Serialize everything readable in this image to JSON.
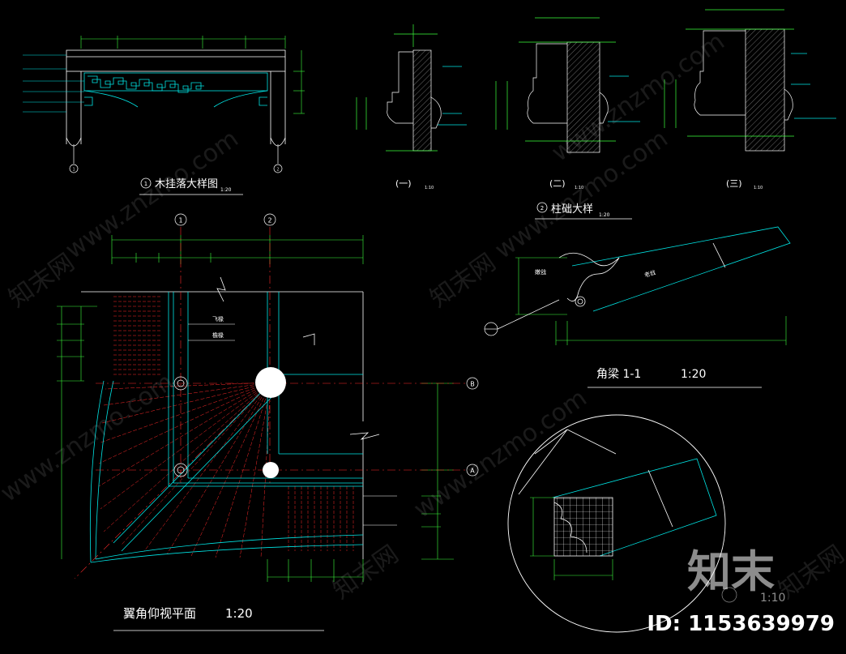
{
  "titles": {
    "detail1_num": "1",
    "detail1": "木挂落大样图",
    "detail1_scale": "1:20",
    "detail2_num": "2",
    "detail2": "柱础大样",
    "detail2_scale": "1:20",
    "sec1": "(一)",
    "sec2": "(二)",
    "sec3": "(三)",
    "sec_scale": "1:10",
    "plan": "翼角仰视平面",
    "plan_scale": "1:20",
    "beam": "角梁 1-1",
    "beam_scale": "1:20",
    "circle_scale": "1:10"
  },
  "grid": {
    "col1": "1",
    "col2": "2",
    "rowB": "B",
    "rowA": "A"
  },
  "notes": {
    "label1": "飞椽",
    "label2": "檐椽",
    "label3": "老戗",
    "label4": "嫩戗"
  },
  "watermark": {
    "logo": "知末",
    "id": "ID: 1153639979",
    "site": "www.znzmo.com",
    "mark": "知末网"
  },
  "colors": {
    "background": "#000000",
    "cyan": "#00e5e5",
    "red": "#ff2a2a",
    "green": "#3cff3c",
    "white": "#ffffff",
    "yellow": "#ffff00"
  }
}
